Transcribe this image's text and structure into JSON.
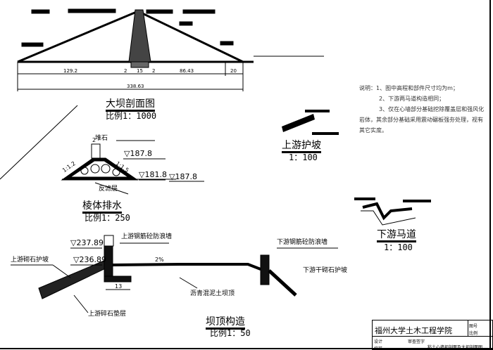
{
  "dam_section": {
    "title": "大坝剖面图",
    "scale": "比例1：1000",
    "dims": [
      "129.2",
      "2",
      "15",
      "2",
      "86.43",
      "20"
    ],
    "total": "338.63"
  },
  "prism_drain": {
    "title": "棱体排水",
    "scale": "比例1：250",
    "labels": {
      "rock": "堆石",
      "filter": "反滤层",
      "top_width": "2",
      "slope_left": "1:1.2",
      "slope_right": "1:1.5"
    },
    "elevations": [
      "▽187.8",
      "▽181.8",
      "▽187.8"
    ]
  },
  "upstream_protection": {
    "title": "上游护坡",
    "scale": "1：100"
  },
  "downstream_berm": {
    "title": "下游马道",
    "scale": "1：100"
  },
  "crest": {
    "title": "坝顶构造",
    "scale": "比例1：50",
    "labels": {
      "up_wall": "上游钢筋砼防浪墙",
      "down_wall": "下游钢筋砼防浪墙",
      "up_riprap": "上游砌石护坡",
      "down_riprap": "下游干砌石护坡",
      "gravel": "上游碎石垫层",
      "asphalt": "沥青混泥土坝顶",
      "slope": "2%",
      "width": "13"
    },
    "elevations": [
      "▽237.89",
      "▽236.89"
    ]
  },
  "notes": [
    "说明：1、图中高程和部件尺寸均为m；",
    "2、下游两马道构造相同；",
    "3、仅在心墙部分基础挖除覆盖层和强风化岩体，其余部分基础采用震动碾板强夯处理，视有其它实度。"
  ],
  "title_block": {
    "school": "福州大学土木工程学院",
    "cells": [
      "图号",
      "比例",
      "设计",
      "校核",
      "审查签字",
      "粘土心墙坝剖面及大坝剖面图"
    ]
  }
}
